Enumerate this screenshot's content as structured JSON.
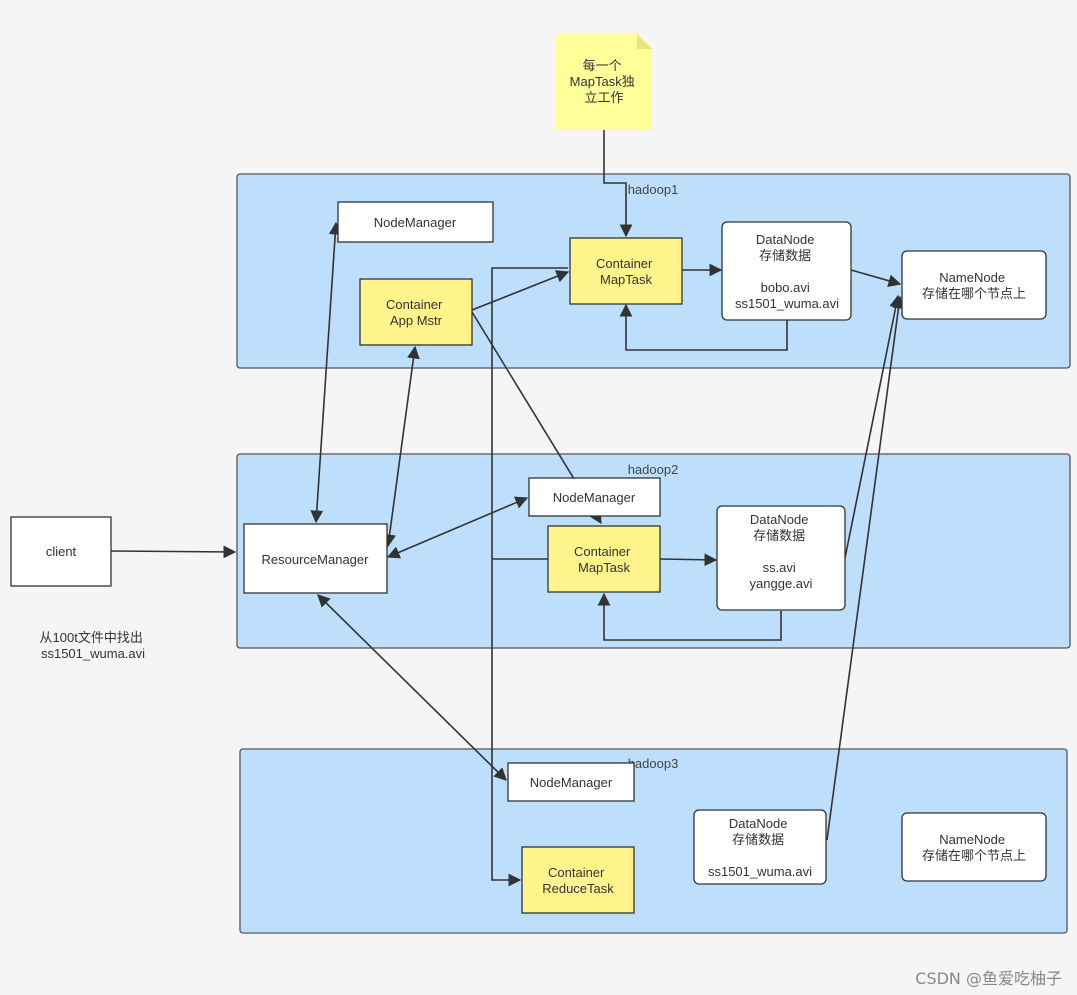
{
  "colors": {
    "cluster_fill": "#bddffb",
    "cluster_stroke": "#555555",
    "container_fill": "#fff48c",
    "note_fill": "#ffff99",
    "box_fill": "#ffffff",
    "edge": "#333333"
  },
  "note": {
    "lines": [
      "每一个",
      "MapTask独",
      "立工作"
    ]
  },
  "clusters": {
    "hadoop1": "hadoop1",
    "hadoop2": "hadoop2",
    "hadoop3": "hadoop3"
  },
  "nodes": {
    "h1_nodemanager": [
      "NodeManager"
    ],
    "h1_appmaster": [
      "Container",
      "App Mstr"
    ],
    "h1_maptask": [
      "Container",
      "MapTask"
    ],
    "h1_datanode": [
      "DataNode",
      "存储数据",
      "",
      "bobo.avi",
      "ss1501_wuma.avi"
    ],
    "h1_namenode": [
      "NameNode",
      "存储在哪个节点上"
    ],
    "client": [
      "client"
    ],
    "resourcemanager": [
      "ResourceManager"
    ],
    "h2_nodemanager": [
      "NodeManager"
    ],
    "h2_maptask": [
      "Container",
      "MapTask"
    ],
    "h2_datanode": [
      "DataNode",
      "存储数据",
      "",
      "ss.avi",
      "yangge.avi"
    ],
    "h3_nodemanager": [
      "NodeManager"
    ],
    "h3_datanode": [
      "DataNode",
      "存储数据",
      "",
      "ss1501_wuma.avi"
    ],
    "h3_namenode": [
      "NameNode",
      "存储在哪个节点上"
    ],
    "h3_reducetask": [
      "Container",
      "ReduceTask"
    ]
  },
  "client_note": {
    "lines": [
      "从100t文件中找出",
      "ss1501_wuma.avi"
    ]
  },
  "watermark": "CSDN @鱼爱吃柚子"
}
